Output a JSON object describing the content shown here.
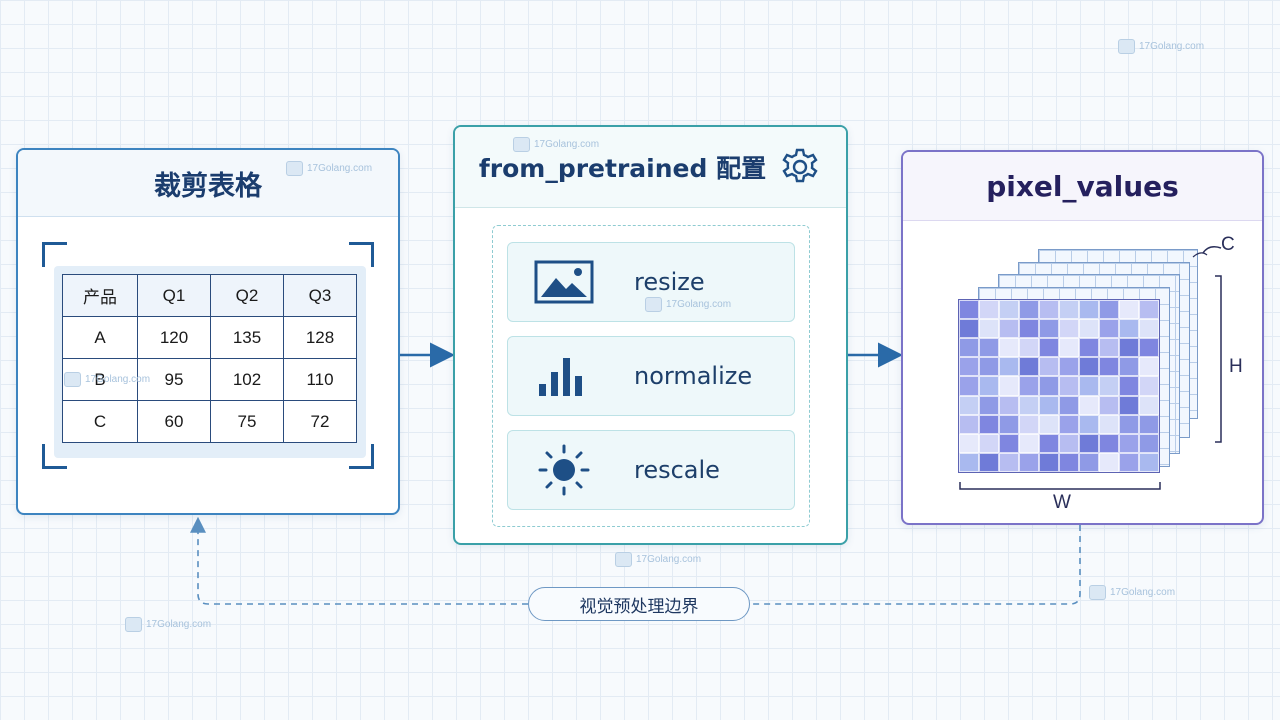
{
  "left_panel": {
    "title": "裁剪表格",
    "table": {
      "header": [
        "产品",
        "Q1",
        "Q2",
        "Q3"
      ],
      "rows": [
        [
          "A",
          "120",
          "135",
          "128"
        ],
        [
          "B",
          "95",
          "102",
          "110"
        ],
        [
          "C",
          "60",
          "75",
          "72"
        ]
      ]
    }
  },
  "mid_panel": {
    "title": "from_pretrained 配置",
    "icon": "gear-icon",
    "steps": [
      {
        "label": "resize",
        "icon": "image-icon"
      },
      {
        "label": "normalize",
        "icon": "bar-chart-icon"
      },
      {
        "label": "rescale",
        "icon": "sun-icon"
      }
    ]
  },
  "right_panel": {
    "title": "pixel_values",
    "dims": {
      "channels": "C",
      "height": "H",
      "width": "W"
    }
  },
  "boundary_label": "视觉预处理边界",
  "watermark": "17Golang.com",
  "colors": {
    "left_border": "#3d84c0",
    "mid_border": "#3aa0a8",
    "right_border": "#7b73c8",
    "arrow": "#2a6aa8"
  }
}
